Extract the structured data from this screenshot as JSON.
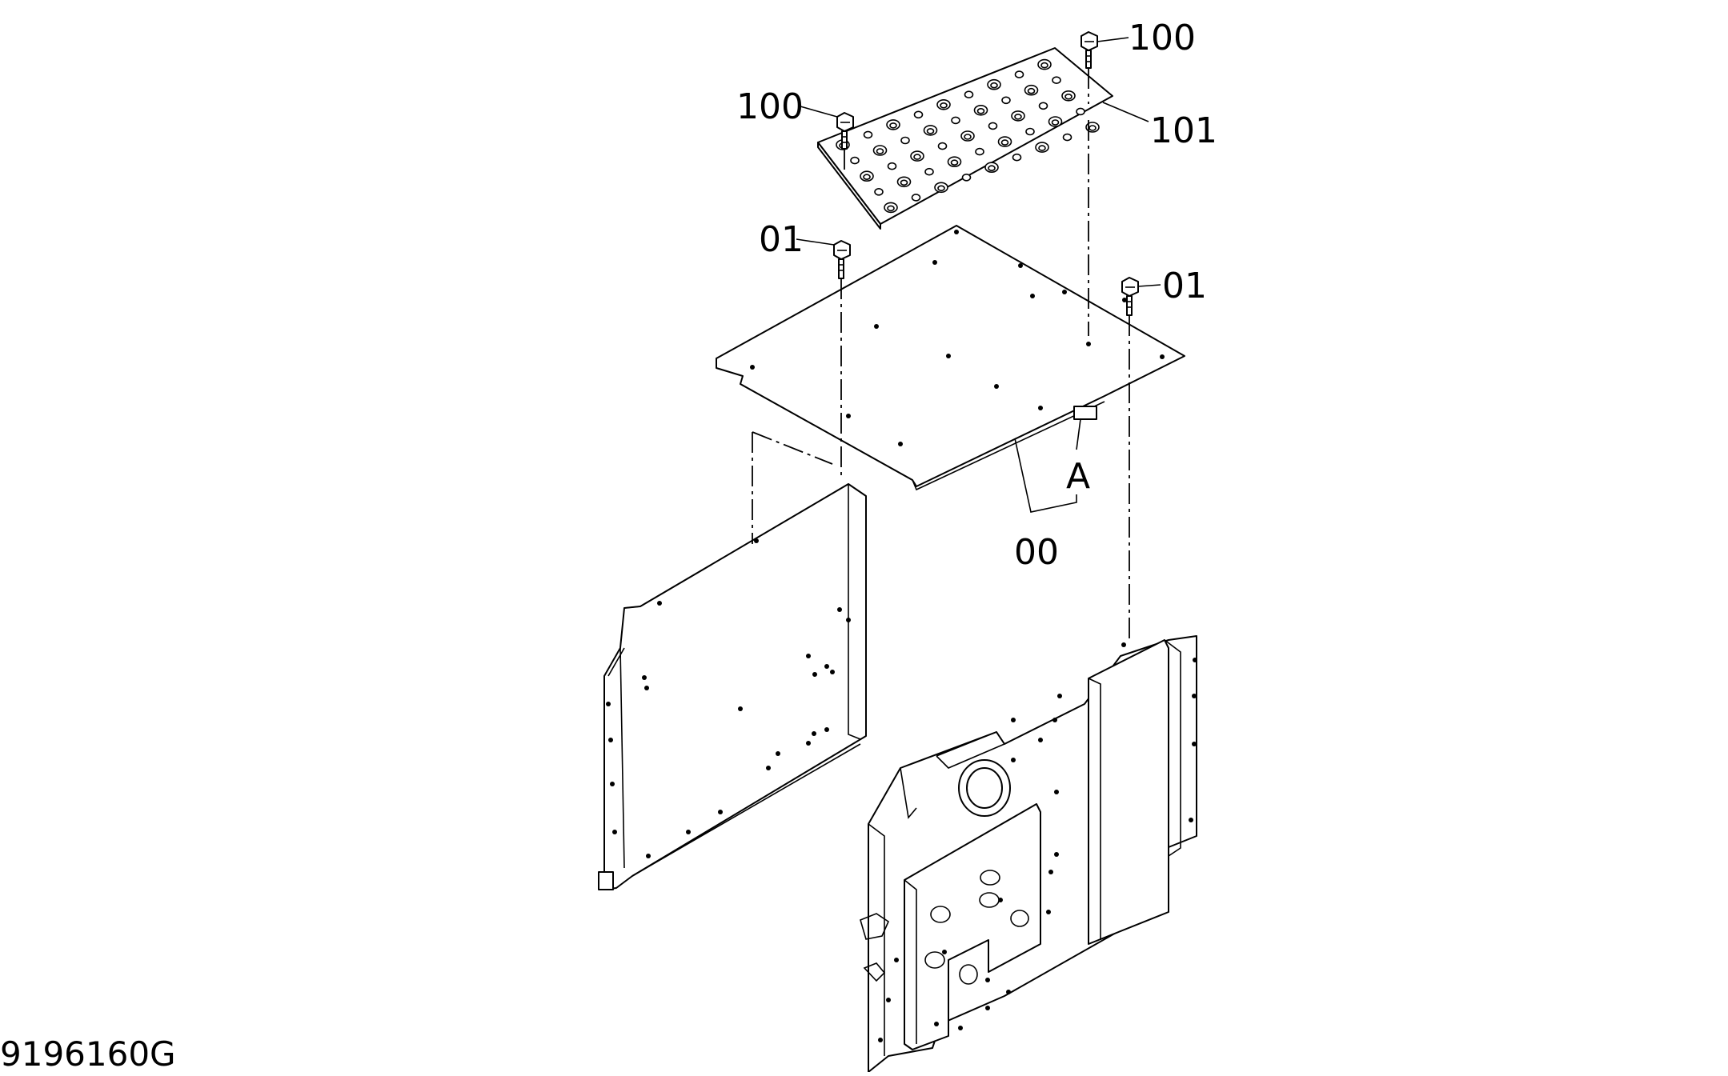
{
  "drawing_id": "9196160G",
  "callouts": {
    "bolt_top_right": "100",
    "bolt_top_left": "100",
    "step_plate": "101",
    "bolt_mid_left": "01",
    "bolt_mid_right": "01",
    "detail_a": "A",
    "cover_assy": "00"
  }
}
